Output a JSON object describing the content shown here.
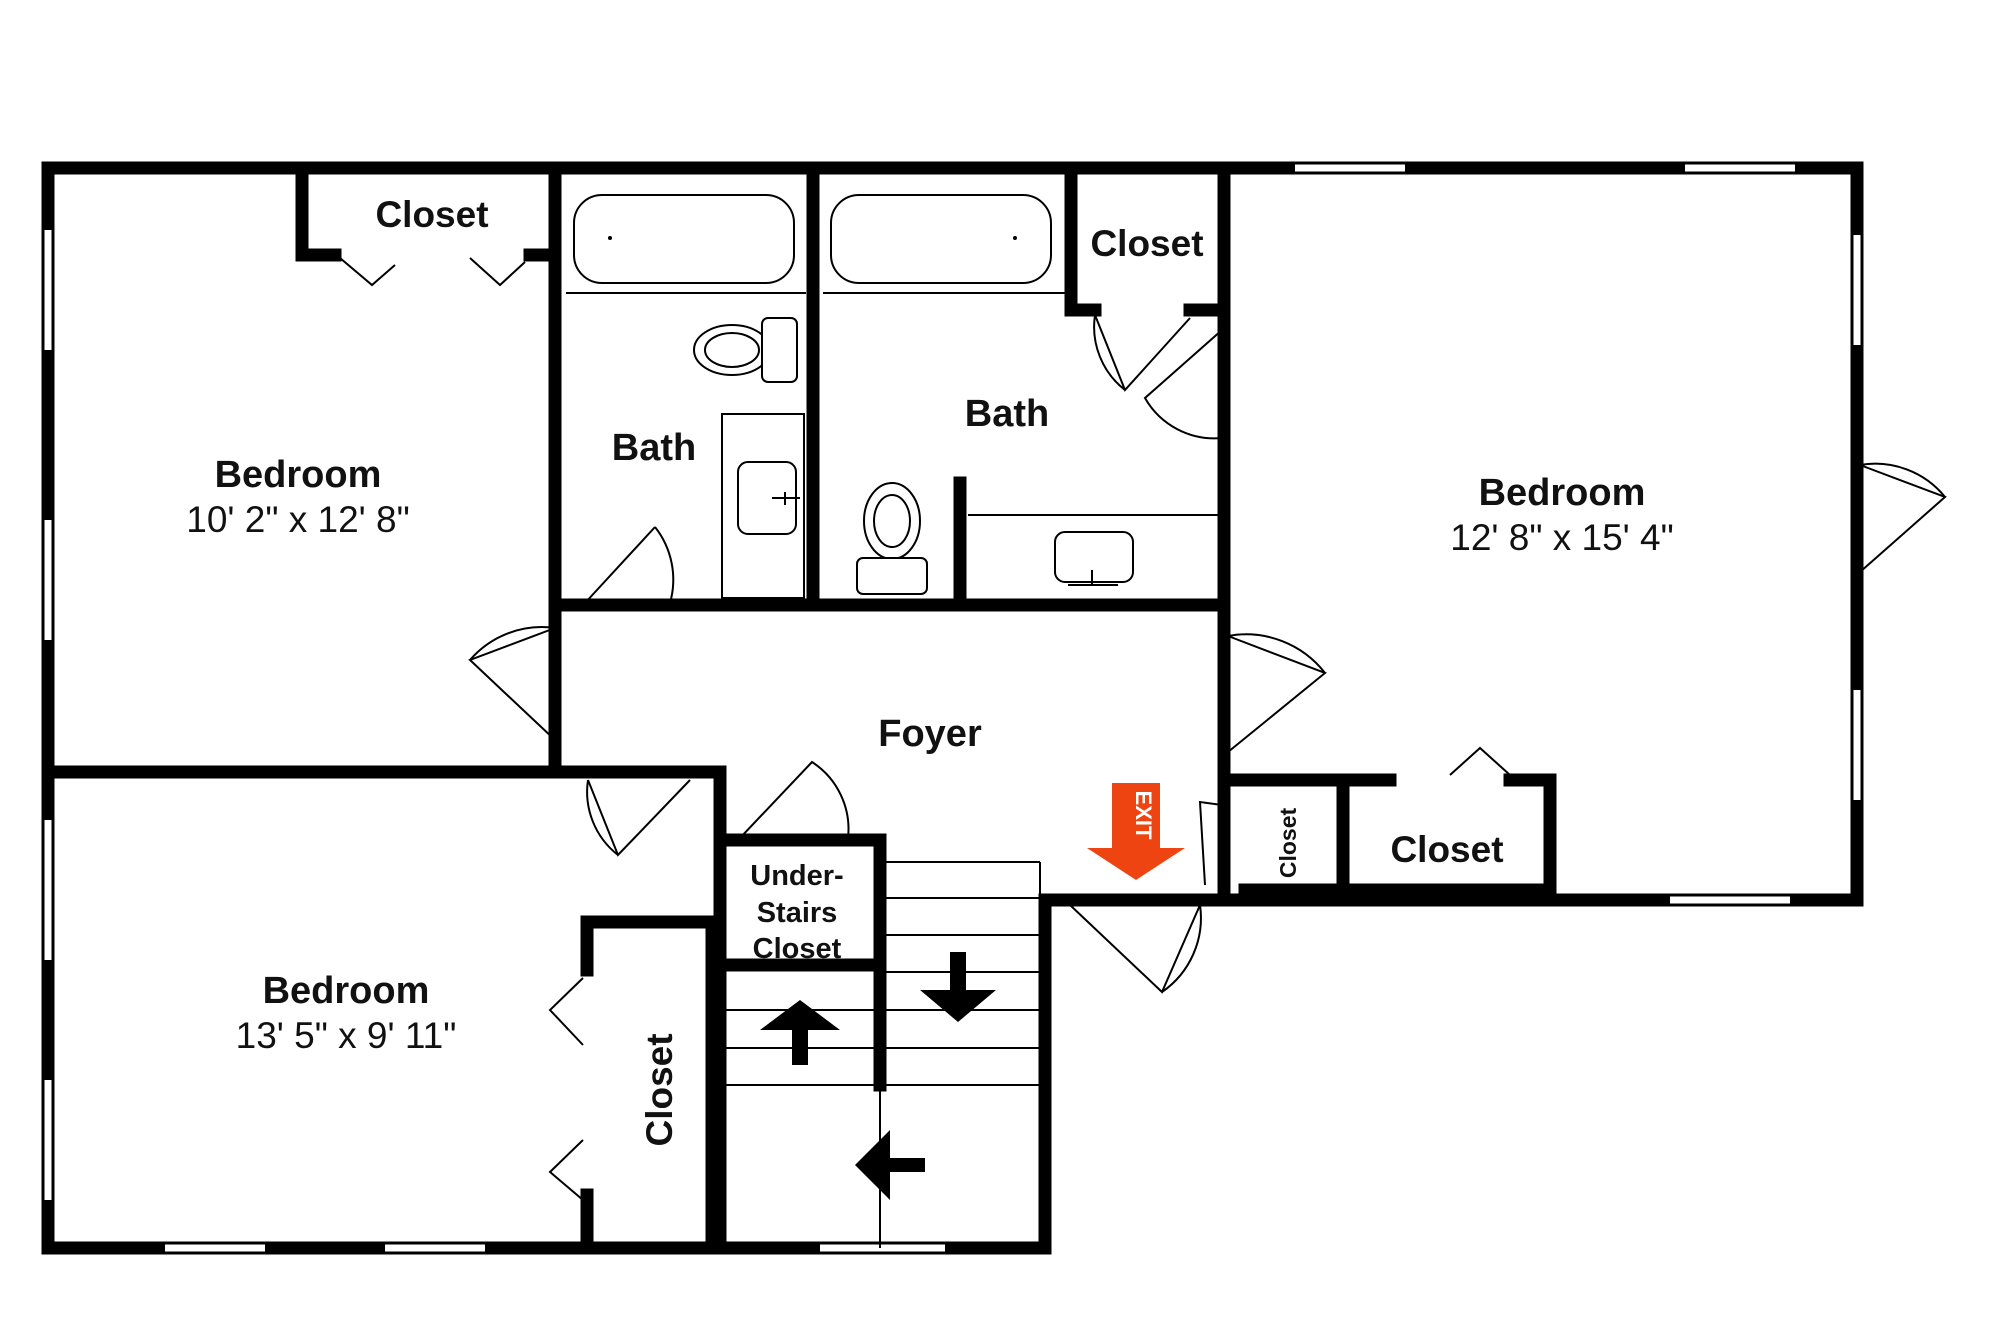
{
  "rooms": {
    "bedroom_top_left": {
      "name": "Bedroom",
      "size": "10' 2\" x 12' 8\""
    },
    "bedroom_bottom_left": {
      "name": "Bedroom",
      "size": "13' 5\" x 9' 11\""
    },
    "bedroom_right": {
      "name": "Bedroom",
      "size": "12' 8\" x 15' 4\""
    },
    "bath_left": {
      "name": "Bath"
    },
    "bath_right": {
      "name": "Bath"
    },
    "foyer": {
      "name": "Foyer"
    },
    "closet_top_left": {
      "name": "Closet"
    },
    "closet_top_right": {
      "name": "Closet"
    },
    "closet_bottom_left": {
      "name": "Closet"
    },
    "closet_right": {
      "name": "Closet"
    },
    "closet_small": {
      "name": "Closet"
    },
    "under_stairs_closet": {
      "line1": "Under-",
      "line2": "Stairs",
      "line3": "Closet"
    }
  },
  "exit_sign": {
    "label": "EXIT",
    "color": "#ee4411"
  },
  "colors": {
    "walls": "#000000",
    "background": "#ffffff"
  }
}
